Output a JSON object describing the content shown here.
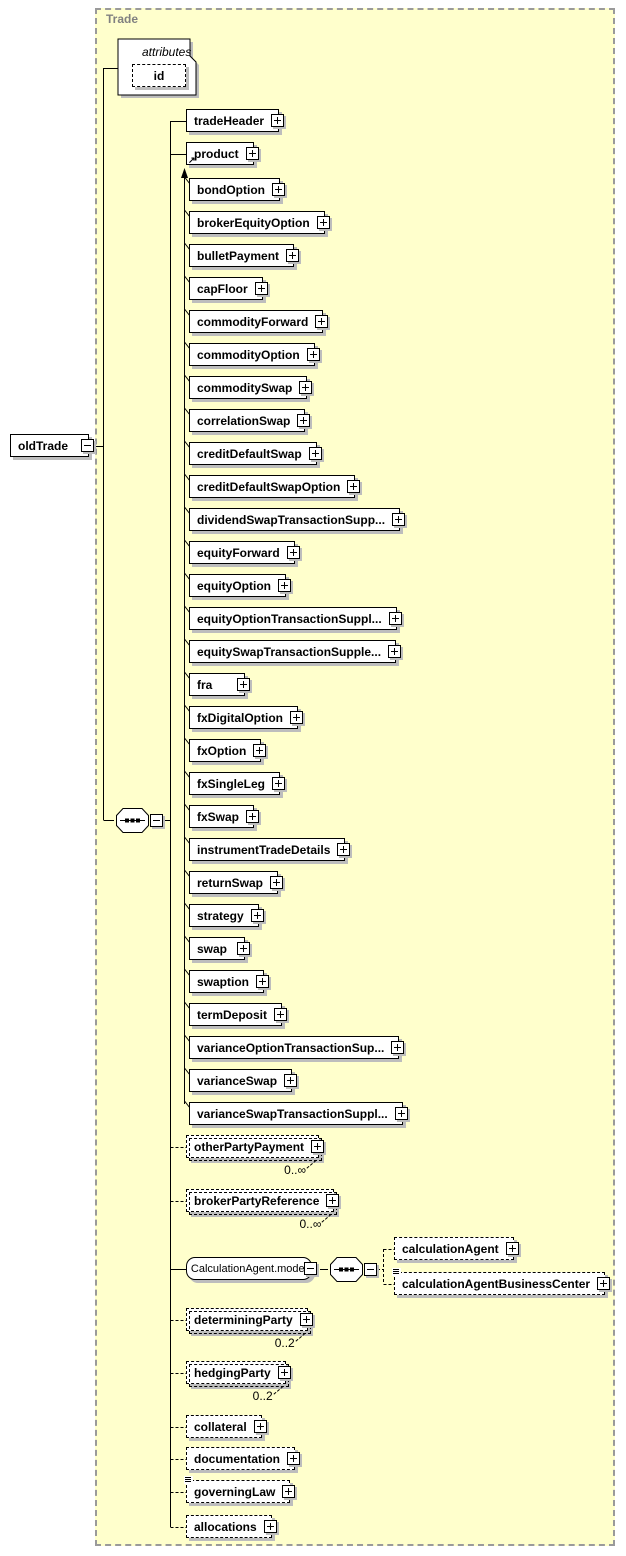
{
  "diagram": {
    "container_label": "Trade",
    "root": {
      "label": "oldTrade"
    },
    "attributes_group": {
      "label": "attributes",
      "attributes": [
        {
          "label": "id"
        }
      ]
    },
    "sequence_children": [
      {
        "label": "tradeHeader",
        "required": true
      },
      {
        "label": "product",
        "required": true,
        "substitution_head": true
      },
      {
        "label": "otherPartyPayment",
        "occurs": "0..∞"
      },
      {
        "label": "brokerPartyReference",
        "occurs": "0..∞"
      },
      {
        "label": "CalculationAgent.model",
        "kind": "group",
        "children": [
          {
            "label": "calculationAgent"
          },
          {
            "label": "calculationAgentBusinessCenter",
            "doc_marker": true
          }
        ]
      },
      {
        "label": "determiningParty",
        "occurs": "0..2"
      },
      {
        "label": "hedgingParty",
        "occurs": "0..2"
      },
      {
        "label": "collateral"
      },
      {
        "label": "documentation"
      },
      {
        "label": "governingLaw",
        "doc_marker": true
      },
      {
        "label": "allocations"
      }
    ],
    "product_substitutions": [
      "bondOption",
      "brokerEquityOption",
      "bulletPayment",
      "capFloor",
      "commodityForward",
      "commodityOption",
      "commoditySwap",
      "correlationSwap",
      "creditDefaultSwap",
      "creditDefaultSwapOption",
      "dividendSwapTransactionSupp...",
      "equityForward",
      "equityOption",
      "equityOptionTransactionSuppl...",
      "equitySwapTransactionSupple...",
      "fra",
      "fxDigitalOption",
      "fxOption",
      "fxSingleLeg",
      "fxSwap",
      "instrumentTradeDetails",
      "returnSwap",
      "strategy",
      "swap",
      "swaption",
      "termDeposit",
      "varianceOptionTransactionSup...",
      "varianceSwap",
      "varianceSwapTransactionSuppl..."
    ],
    "colors": {
      "canvas_fill": "#ffffcc",
      "canvas_border": "#9a9a9a",
      "box_fill": "#ffffff",
      "line": "#000000",
      "container_label": "#808080",
      "shadow": "#bdbdbd"
    }
  }
}
